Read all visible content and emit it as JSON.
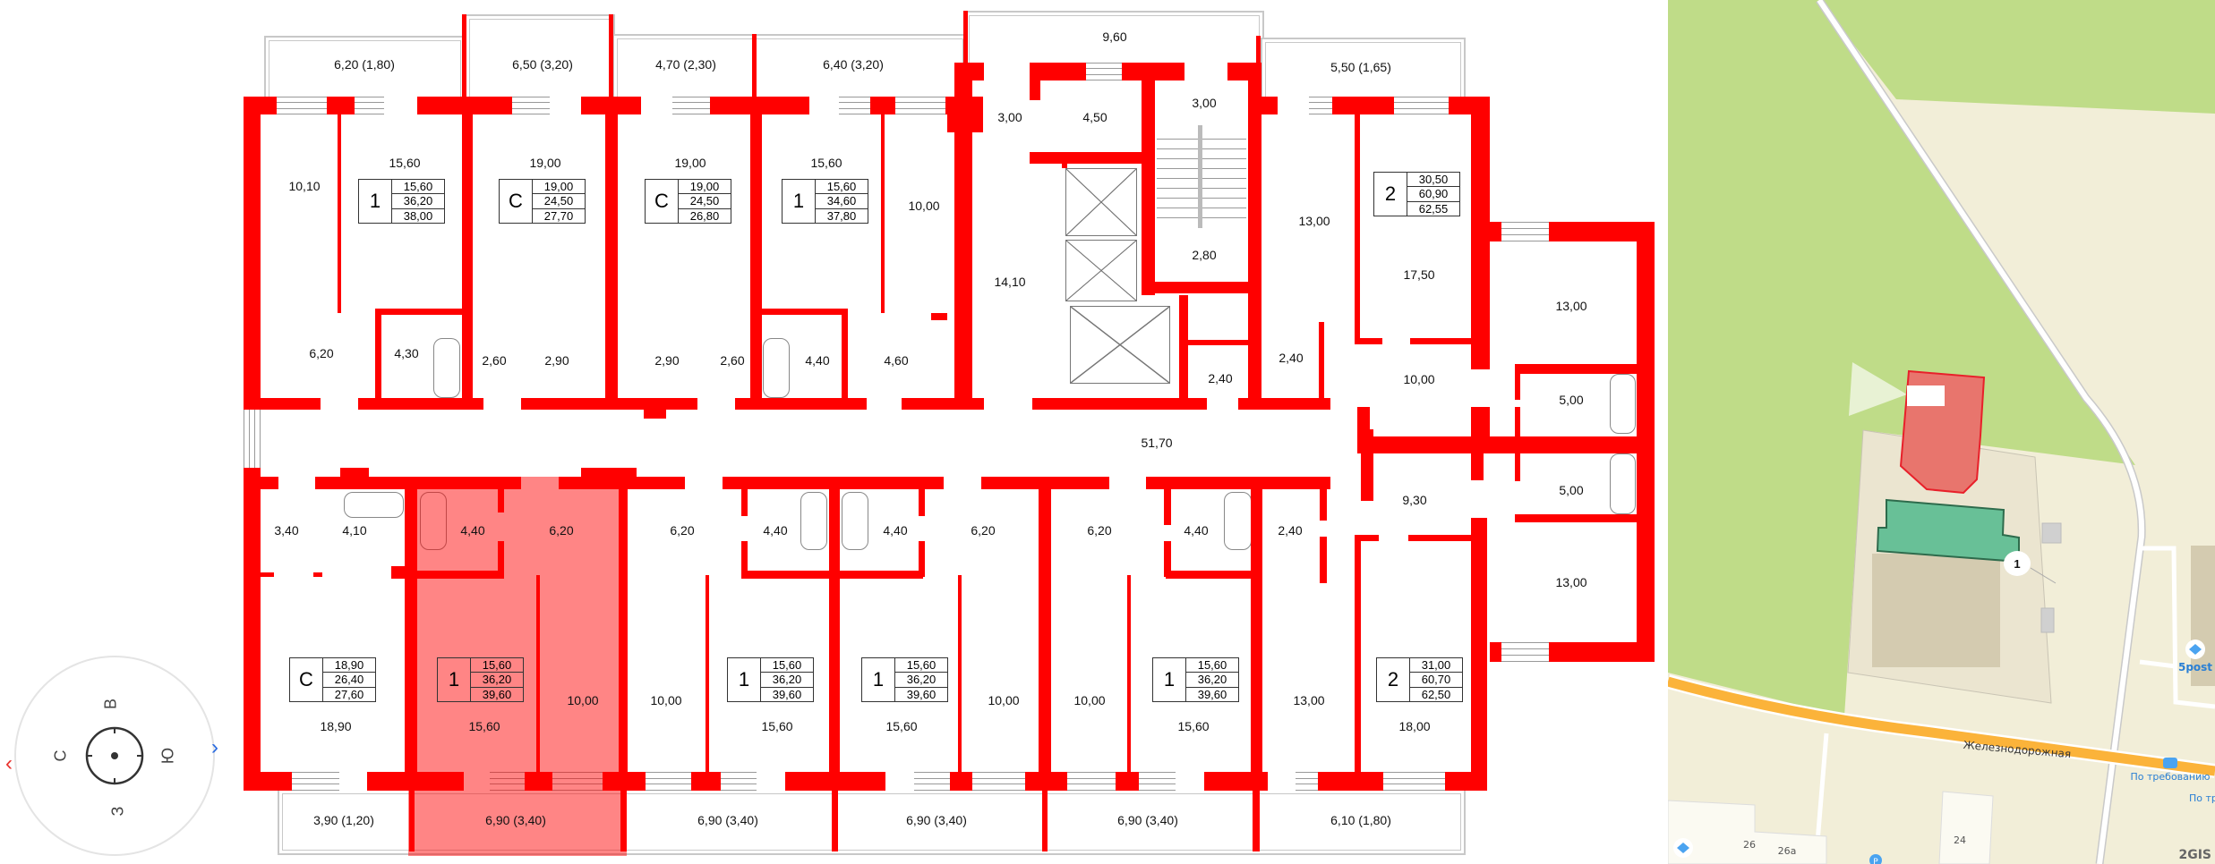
{
  "plan": {
    "colors": {
      "wall": "#ff0000",
      "selected_fill": "#ff7b7b",
      "balcony_outline": "#c8c8c8"
    },
    "balconies_top": [
      "6,20 (1,80)",
      "6,50 (3,20)",
      "4,70 (2,30)",
      "6,40 (3,20)",
      "9,60",
      "5,50 (1,65)"
    ],
    "balconies_bottom": [
      "3,90 (1,20)",
      "6,90 (3,40)",
      "6,90 (3,40)",
      "6,90 (3,40)",
      "6,90 (3,40)",
      "6,10 (1,80)"
    ],
    "rooms": [
      "10,10",
      "15,60",
      "19,00",
      "19,00",
      "15,60",
      "10,00",
      "3,00",
      "4,50",
      "3,00",
      "14,10",
      "2,80",
      "13,00",
      "17,50",
      "13,00",
      "6,20",
      "4,30",
      "2,60",
      "2,90",
      "2,90",
      "2,60",
      "4,40",
      "4,60",
      "2,40",
      "2,40",
      "10,00",
      "5,00",
      "51,70",
      "3,40",
      "4,10",
      "4,40",
      "6,20",
      "6,20",
      "4,40",
      "4,40",
      "6,20",
      "6,20",
      "4,40",
      "2,40",
      "9,30",
      "5,00",
      "13,00",
      "18,90",
      "15,60",
      "10,00",
      "10,00",
      "15,60",
      "15,60",
      "10,00",
      "10,00",
      "15,60",
      "13,00",
      "18,00"
    ],
    "apartments": [
      {
        "rooms": "1",
        "areas": [
          "15,60",
          "36,20",
          "38,00"
        ]
      },
      {
        "rooms": "С",
        "areas": [
          "19,00",
          "24,50",
          "27,70"
        ]
      },
      {
        "rooms": "С",
        "areas": [
          "19,00",
          "24,50",
          "26,80"
        ]
      },
      {
        "rooms": "1",
        "areas": [
          "15,60",
          "34,60",
          "37,80"
        ]
      },
      {
        "rooms": "2",
        "areas": [
          "30,50",
          "60,90",
          "62,55"
        ]
      },
      {
        "rooms": "С",
        "areas": [
          "18,90",
          "26,40",
          "27,60"
        ]
      },
      {
        "rooms": "1",
        "areas": [
          "15,60",
          "36,20",
          "39,60"
        ],
        "selected": true
      },
      {
        "rooms": "1",
        "areas": [
          "15,60",
          "36,20",
          "39,60"
        ]
      },
      {
        "rooms": "1",
        "areas": [
          "15,60",
          "36,20",
          "39,60"
        ]
      },
      {
        "rooms": "1",
        "areas": [
          "15,60",
          "36,20",
          "39,60"
        ]
      },
      {
        "rooms": "2",
        "areas": [
          "31,00",
          "60,70",
          "62,50"
        ]
      }
    ]
  },
  "compass": {
    "north": "С",
    "east": "В",
    "south": "Ю",
    "west": "З",
    "rotate_left_icon": "chevron-left-icon",
    "rotate_right_icon": "chevron-right-icon"
  },
  "map": {
    "street": "Железнодорожная",
    "bus_stop": "По требованию",
    "bus_stop_2": "По тр",
    "poi": "5post",
    "house_numbers": [
      "26",
      "26а",
      "24"
    ],
    "marker": "1",
    "parking": "P",
    "attribution": "2GIS",
    "colors": {
      "park": "#bfdc88",
      "ground": "#f2eed8",
      "road_main": "#fbb33a",
      "selected_building": "#e8756d",
      "house_section": "#68c097"
    }
  }
}
